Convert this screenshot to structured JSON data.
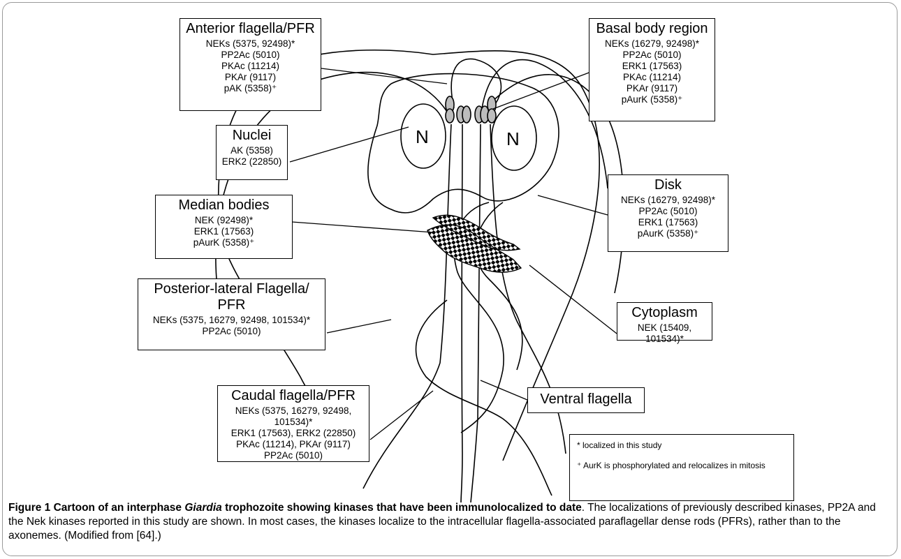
{
  "boxes": {
    "anterior": {
      "title": "Anterior flagella/PFR",
      "items": [
        "NEKs (5375, 92498)*",
        "PP2Ac (5010)",
        "PKAc (11214)",
        "PKAr (9117)",
        "pAK (5358)⁺"
      ]
    },
    "basal": {
      "title": "Basal body region",
      "items": [
        "NEKs (16279, 92498)*",
        "PP2Ac (5010)",
        "ERK1 (17563)",
        "PKAc (11214)",
        "PKAr (9117)",
        "pAurK (5358)⁺"
      ]
    },
    "nuclei": {
      "title": "Nuclei",
      "items": [
        "AK (5358)",
        "ERK2 (22850)"
      ]
    },
    "median": {
      "title": "Median bodies",
      "items": [
        "NEK (92498)*",
        "ERK1 (17563)",
        "pAurK (5358)⁺"
      ]
    },
    "disk": {
      "title": "Disk",
      "items": [
        "NEKs (16279, 92498)*",
        "PP2Ac (5010)",
        "ERK1 (17563)",
        "pAurK (5358)⁺"
      ]
    },
    "posterior": {
      "title_line1": "Posterior-lateral Flagella/",
      "title_line2": "PFR",
      "items": [
        "NEKs (5375, 16279, 92498, 101534)*",
        "PP2Ac (5010)"
      ]
    },
    "cytoplasm": {
      "title": "Cytoplasm",
      "items": [
        "NEK (15409, 101534)*"
      ]
    },
    "caudal": {
      "title": "Caudal flagella/PFR",
      "items": [
        "NEKs (5375, 16279, 92498, 101534)*",
        "ERK1 (17563), ERK2 (22850)",
        "PKAc (11214), PKAr (9117)",
        "PP2Ac (5010)"
      ]
    },
    "ventral": {
      "title": "Ventral flagella"
    }
  },
  "nucleus_label": "N",
  "notes": [
    "* localized in this study",
    "⁺ AurK is phosphorylated and relocalizes in mitosis"
  ],
  "caption": {
    "bold_prefix": "Figure 1 Cartoon of an interphase ",
    "bold_italic": "Giardia",
    "bold_suffix": " trophozoite showing kinases that have been immunolocalized to date",
    "body": ". The localizations of previously described kinases, PP2A and the Nek kinases reported in this study are shown. In most cases, the kinases localize to the intracellular flagella-associated paraflagellar dense rods (PFRs), rather than to the axonemes. (Modified from [64].)"
  }
}
